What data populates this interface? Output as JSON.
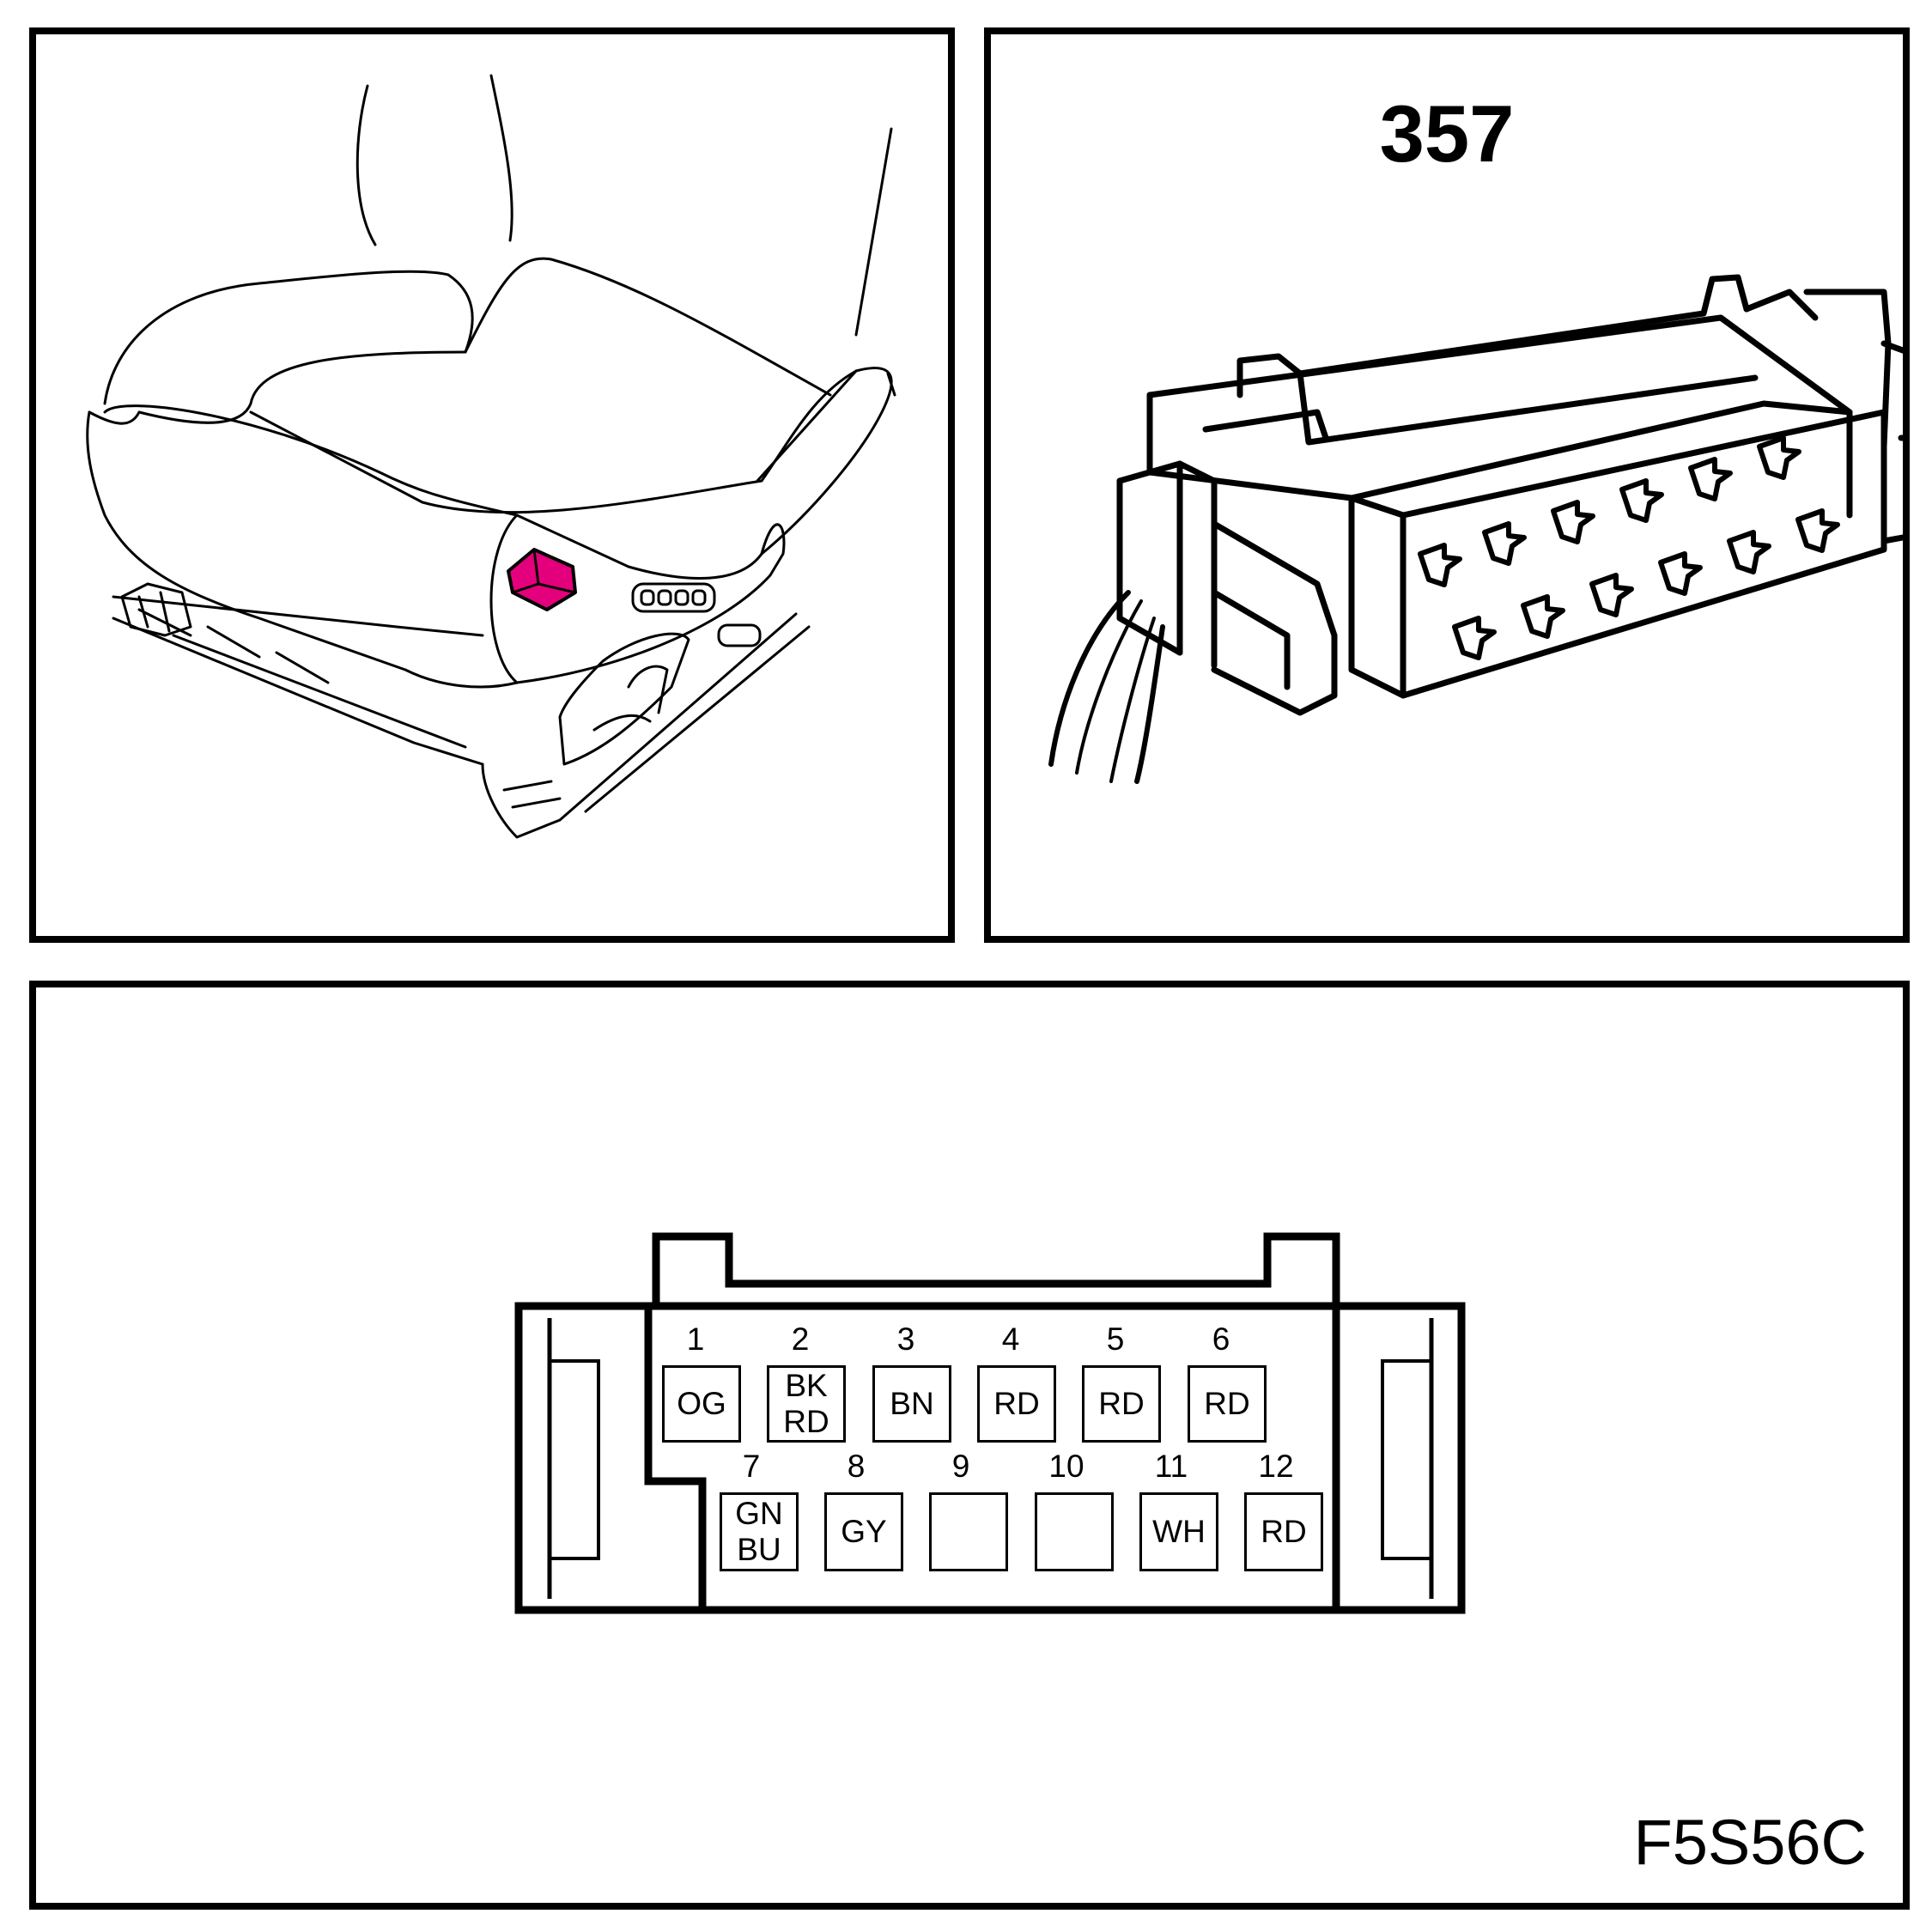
{
  "panels": {
    "seat_location": {
      "highlight_color": "#e4007c"
    },
    "connector_view": {
      "connector_id": "357"
    },
    "pinout": {
      "figure_code": "F5S56C",
      "pins": [
        {
          "number": "1",
          "color": "OG"
        },
        {
          "number": "2",
          "color": "BK\nRD"
        },
        {
          "number": "3",
          "color": "BN"
        },
        {
          "number": "4",
          "color": "RD"
        },
        {
          "number": "5",
          "color": "RD"
        },
        {
          "number": "6",
          "color": "RD"
        },
        {
          "number": "7",
          "color": "GN\nBU"
        },
        {
          "number": "8",
          "color": "GY"
        },
        {
          "number": "9",
          "color": ""
        },
        {
          "number": "10",
          "color": ""
        },
        {
          "number": "11",
          "color": "WH"
        },
        {
          "number": "12",
          "color": "RD"
        }
      ]
    }
  }
}
